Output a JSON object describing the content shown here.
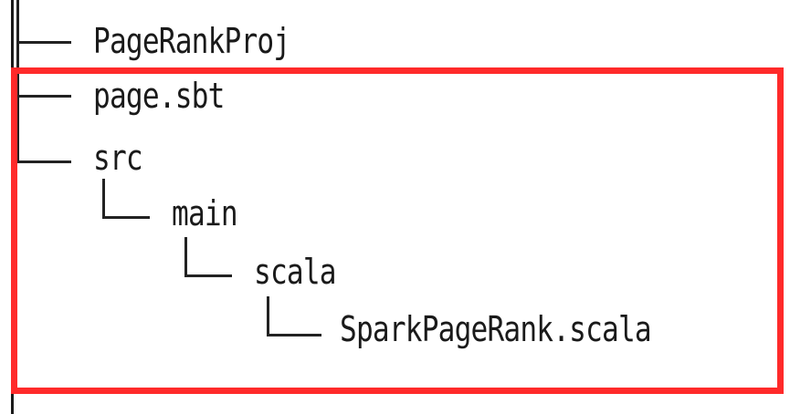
{
  "tree": {
    "items": [
      {
        "label": "PageRankProj",
        "depth": 0
      },
      {
        "label": "page.sbt",
        "depth": 0
      },
      {
        "label": "src",
        "depth": 0
      },
      {
        "label": "main",
        "depth": 1
      },
      {
        "label": "scala",
        "depth": 2
      },
      {
        "label": "SparkPageRank.scala",
        "depth": 3
      }
    ]
  },
  "highlight": {
    "color": "#ff2a2a"
  }
}
